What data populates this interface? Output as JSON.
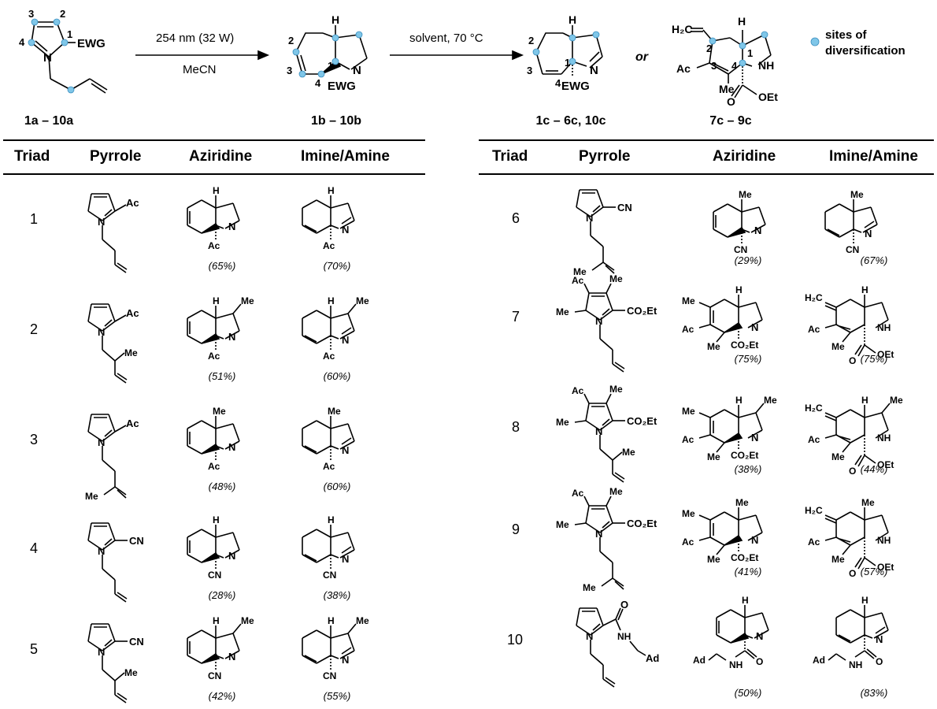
{
  "scheme": {
    "step1_condition": "254 nm (32 W)",
    "step1_solvent": "MeCN",
    "step2_condition": "solvent, 70 °C",
    "or_text": "or",
    "legend_text_1": "sites of",
    "legend_text_2": "diversification",
    "ewg": "EWG",
    "compound_a": "1a – 10a",
    "compound_b": "1b – 10b",
    "compound_c1": "1c – 6c, 10c",
    "compound_c2": "7c – 9c"
  },
  "table": {
    "headers": [
      "Triad",
      "Pyrrole",
      "Aziridine",
      "Imine/Amine"
    ],
    "rows_left": [
      {
        "triad": "1",
        "aziridine_yield": "(65%)",
        "imine_yield": "(70%)"
      },
      {
        "triad": "2",
        "aziridine_yield": "(51%)",
        "imine_yield": "(60%)"
      },
      {
        "triad": "3",
        "aziridine_yield": "(48%)",
        "imine_yield": "(60%)"
      },
      {
        "triad": "4",
        "aziridine_yield": "(28%)",
        "imine_yield": "(38%)"
      },
      {
        "triad": "5",
        "aziridine_yield": "(42%)",
        "imine_yield": "(55%)"
      }
    ],
    "rows_right": [
      {
        "triad": "6",
        "aziridine_yield": "(29%)",
        "imine_yield": "(67%)"
      },
      {
        "triad": "7",
        "aziridine_yield": "(75%)",
        "imine_yield": "(75%)"
      },
      {
        "triad": "8",
        "aziridine_yield": "(38%)",
        "imine_yield": "(44%)"
      },
      {
        "triad": "9",
        "aziridine_yield": "(41%)",
        "imine_yield": "(57%)"
      },
      {
        "triad": "10",
        "aziridine_yield": "(50%)",
        "imine_yield": "(83%)"
      }
    ]
  },
  "atoms": {
    "N": "N",
    "H": "H",
    "Ac": "Ac",
    "Me": "Me",
    "CN": "CN",
    "CO2Et": "CO₂Et",
    "OEt": "OEt",
    "O": "O",
    "NH": "NH",
    "H2C": "H₂C",
    "Ad": "Ad",
    "n1": "1",
    "n2": "2",
    "n3": "3",
    "n4": "4"
  },
  "colors": {
    "site_dot": "#7fc6e8",
    "site_dot_edge": "#3b8fbf",
    "line": "#000000"
  }
}
